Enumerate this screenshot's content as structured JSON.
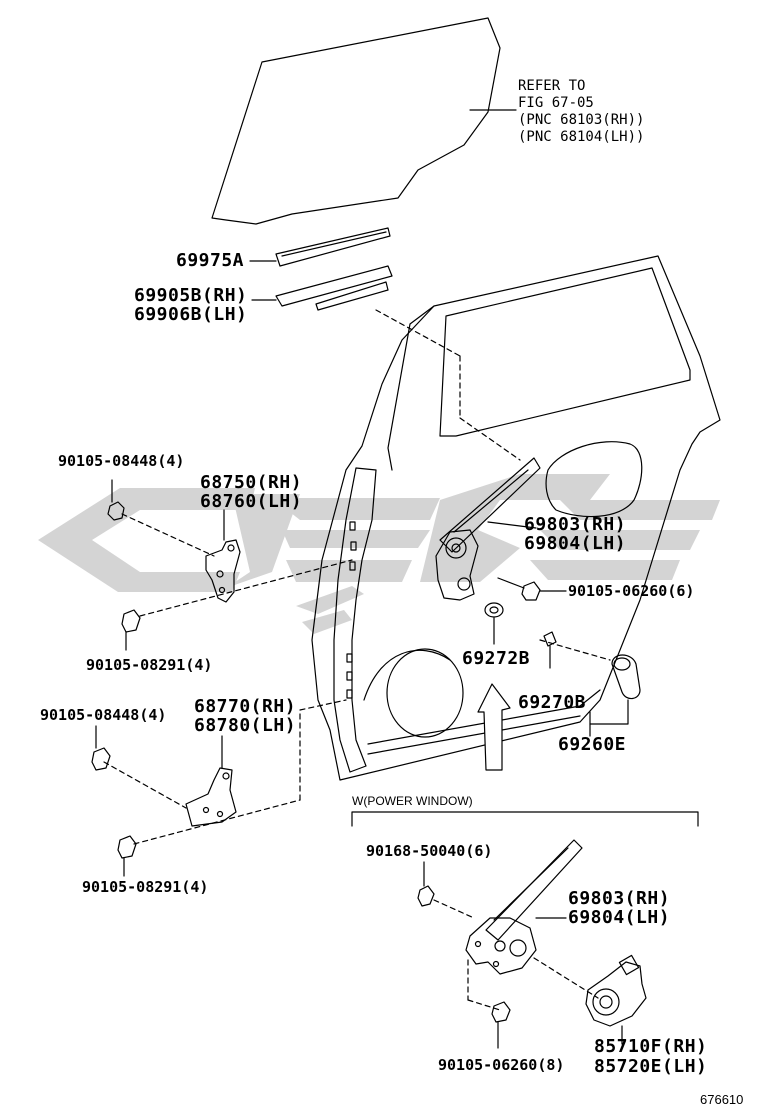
{
  "watermark": {
    "color": "#d4d4d4"
  },
  "colors": {
    "line": "#000000",
    "watermark": "#d4d4d4",
    "background": "#ffffff"
  },
  "refer": {
    "line1": "REFER TO",
    "line2": "FIG 67-05",
    "line3": "(PNC 68103(RH))",
    "line4": "(PNC 68104(LH))"
  },
  "labels": {
    "p69975a": "69975A",
    "p69905b": "69905B(RH)",
    "p69906b": "69906B(LH)",
    "p90105_08448_top": "90105-08448(4)",
    "p68750": "68750(RH)",
    "p68760": "68760(LH)",
    "p69803_top": "69803(RH)",
    "p69804_top": "69804(LH)",
    "p90105_06260_6": "90105-06260(6)",
    "p90105_08291_top": "90105-08291(4)",
    "p69272b": "69272B",
    "p69270b": "69270B",
    "p69260e": "69260E",
    "p90105_08448_bot": "90105-08448(4)",
    "p68770": "68770(RH)",
    "p68780": "68780(LH)",
    "p90105_08291_bot": "90105-08291(4)",
    "p90168": "90168-50040(6)",
    "p69803_bot": "69803(RH)",
    "p69804_bot": "69804(LH)",
    "p90105_06260_8": "90105-06260(8)",
    "p85710f": "85710F(RH)",
    "p85720e": "85720E(LH)"
  },
  "power_window_note": "W(POWER WINDOW)",
  "figure_number": "676610"
}
